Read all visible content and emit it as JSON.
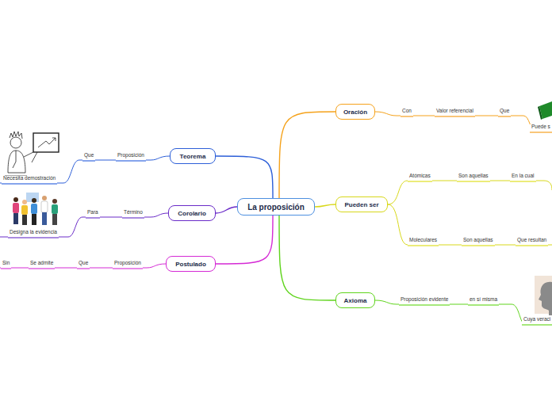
{
  "diagram": {
    "nodes": [
      {
        "text": [
          "La proposición"
        ]
      },
      {
        "text": [
          "Oración"
        ]
      },
      {
        "text": [
          "Teorema"
        ]
      },
      {
        "text": [
          "Pueden ser"
        ]
      },
      {
        "text": [
          "Corolario"
        ]
      },
      {
        "text": [
          "Postulado"
        ]
      },
      {
        "text": [
          "Axioma"
        ]
      }
    ],
    "edges": [
      {
        "from": 0,
        "to": 1,
        "arrow": "none"
      },
      {
        "from": 0,
        "to": 2,
        "arrow": "none"
      },
      {
        "from": 0,
        "to": 3,
        "arrow": "none"
      },
      {
        "from": 0,
        "to": 4,
        "arrow": "none"
      },
      {
        "from": 0,
        "to": 5,
        "arrow": "none"
      },
      {
        "from": 0,
        "to": 6,
        "arrow": "none"
      }
    ],
    "labels": [
      "Con",
      "Valor referencial",
      "Que",
      "Puede s",
      "Atómicas",
      "Son aquellas",
      "En la cual",
      "Moleculares",
      "Son aquellas",
      "Que resultan",
      "Proposición evidente",
      "en sí misma",
      "Cuya veraci",
      "Que",
      "Proposición",
      "Necesita demostración",
      "Para",
      "Término",
      "Designa la evidencia",
      "Sin",
      "Se admite",
      "Que",
      "Proposición"
    ]
  }
}
